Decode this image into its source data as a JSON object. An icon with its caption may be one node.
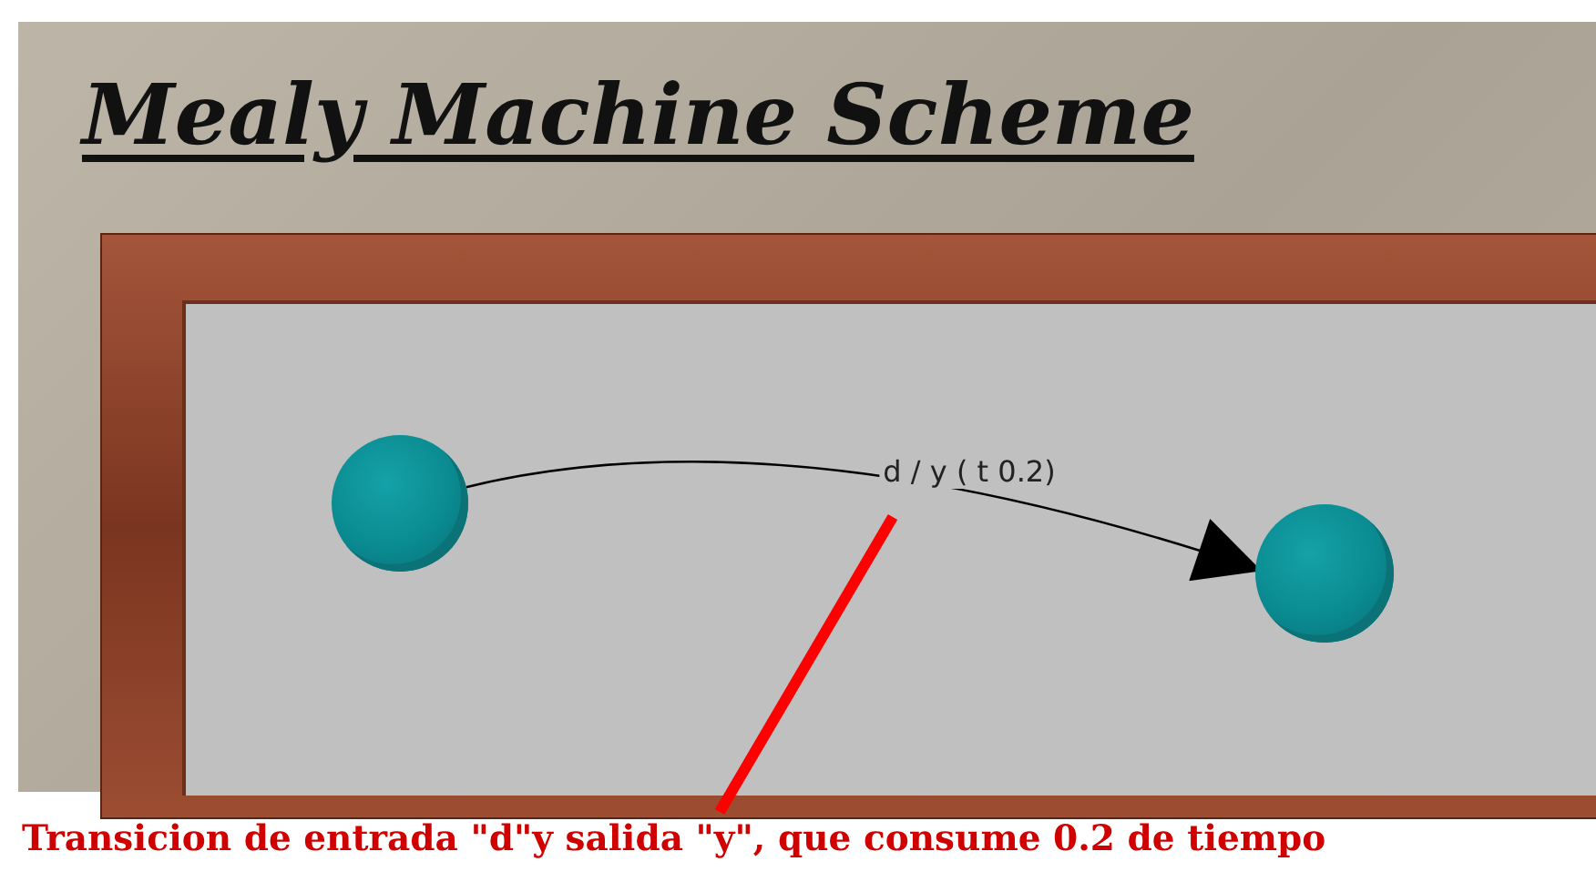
{
  "diagram": {
    "title": "Mealy Machine Scheme",
    "nodes": [
      {
        "text": [],
        "shape": "circle"
      },
      {
        "text": [],
        "shape": "circle"
      },
      {
        "text": [
          "Transicion de entrada \"d\"y salida \"y\", que consume 0.2 de tiempo"
        ]
      }
    ],
    "edges": [
      {
        "from": 0,
        "to": 1,
        "arrow": "to",
        "label": "d / y ( t 0.2)"
      },
      {
        "from": 2,
        "to": null,
        "arrow": "none",
        "style": "thick",
        "color": "#ff0000"
      }
    ]
  }
}
